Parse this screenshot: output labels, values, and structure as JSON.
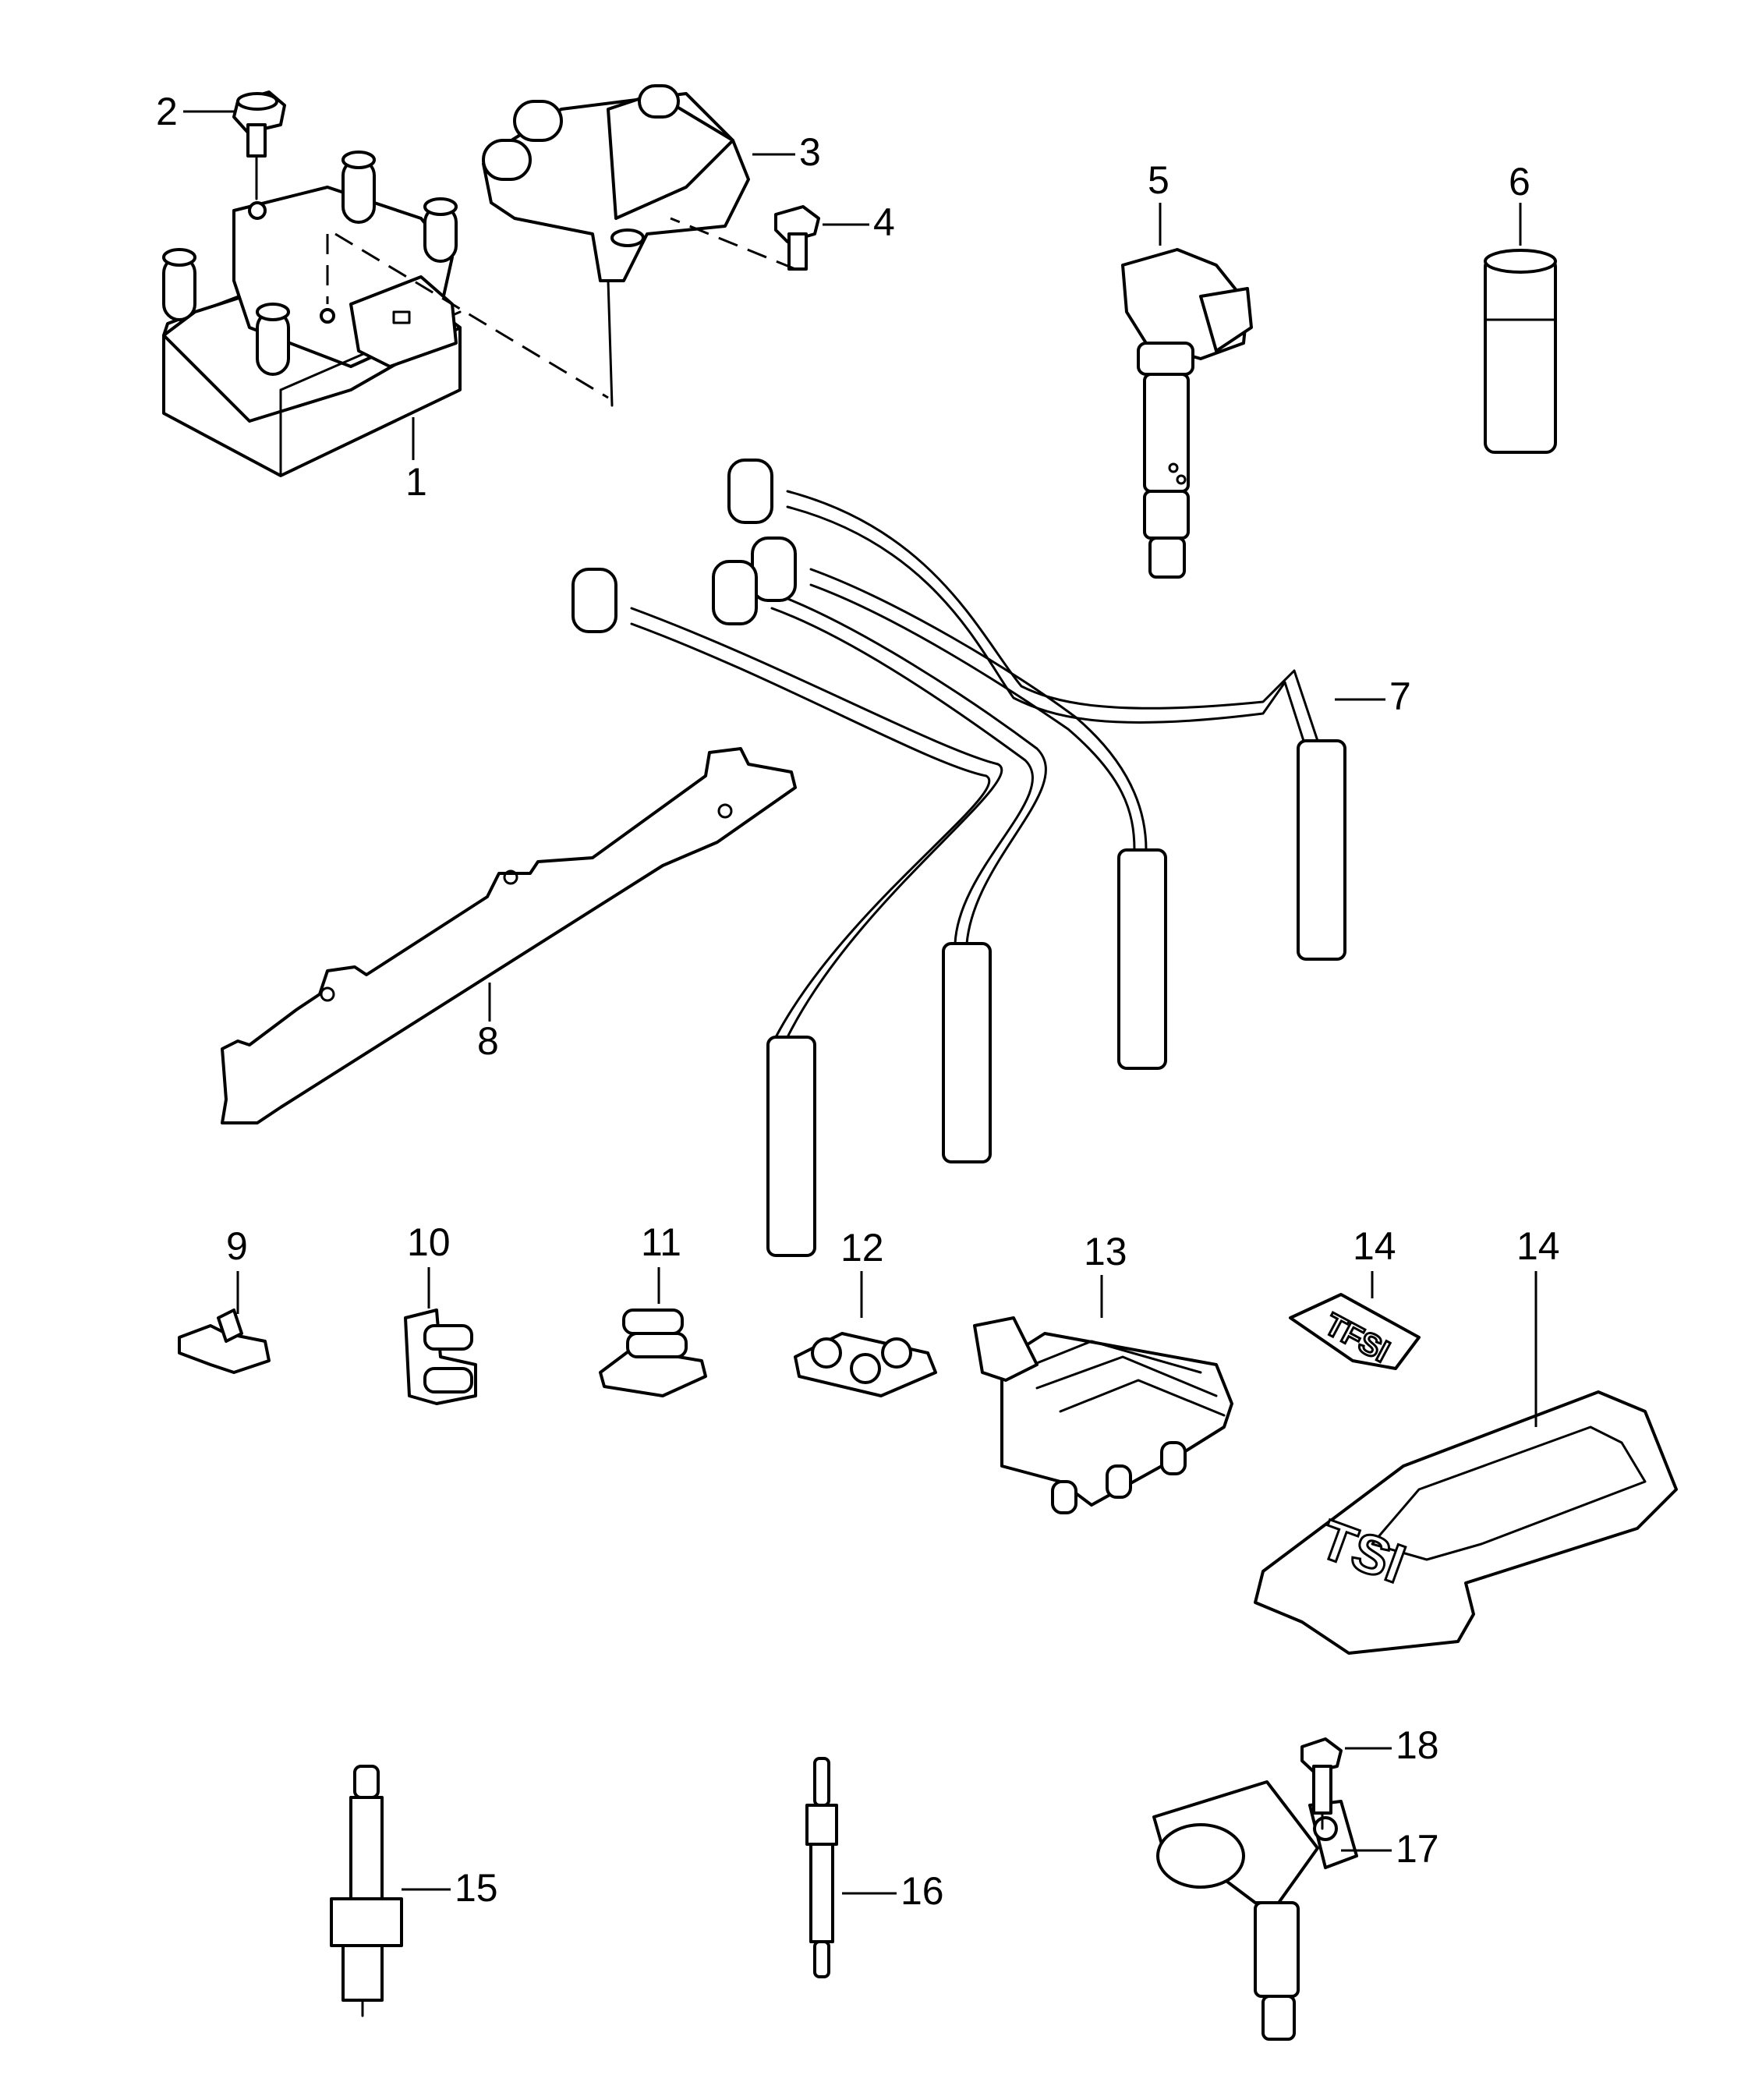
{
  "callouts": {
    "c1": "1",
    "c2": "2",
    "c3": "3",
    "c4": "4",
    "c5": "5",
    "c6": "6",
    "c7": "7",
    "c8": "8",
    "c9": "9",
    "c10": "10",
    "c11": "11",
    "c12": "12",
    "c13": "13",
    "c14a": "14",
    "c14b": "14",
    "c15": "15",
    "c16": "16",
    "c17": "17",
    "c18": "18"
  },
  "logos": {
    "small_cover": "TFSI",
    "engine_cover": "TSI"
  }
}
